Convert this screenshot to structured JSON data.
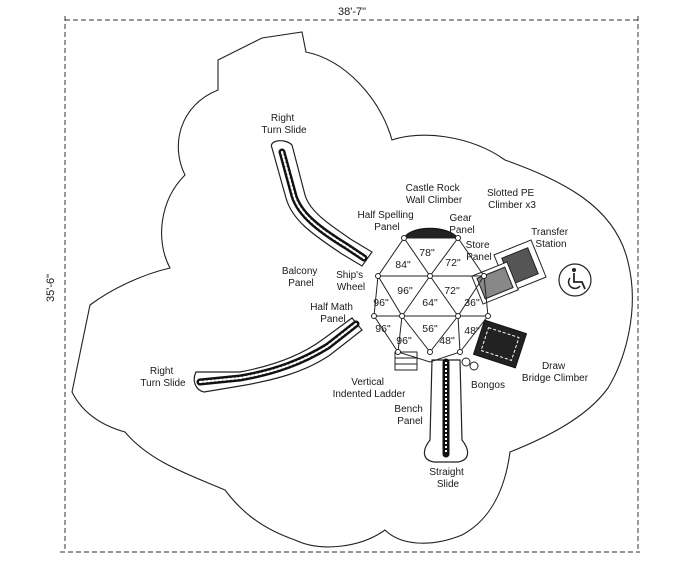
{
  "dimensions": {
    "width": "38'-7\"",
    "depth": "35'-6\""
  },
  "labels": {
    "right_turn_slide_top": [
      "Right",
      "Turn Slide"
    ],
    "right_turn_slide_left": [
      "Right",
      "Turn Slide"
    ],
    "castle_rock": [
      "Castle Rock",
      "Wall Climber"
    ],
    "slotted_pe": [
      "Slotted PE",
      "Climber x3"
    ],
    "half_spelling": [
      "Half Spelling",
      "Panel"
    ],
    "gear_panel": [
      "Gear",
      "Panel"
    ],
    "transfer_station": [
      "Transfer",
      "Station"
    ],
    "store_panel": [
      "Store",
      "Panel"
    ],
    "balcony_panel": [
      "Balcony",
      "Panel"
    ],
    "ships_wheel": [
      "Ship's",
      "Wheel"
    ],
    "half_math": [
      "Half Math",
      "Panel"
    ],
    "vertical_ladder": [
      "Vertical",
      "Indented Ladder"
    ],
    "bongos": "Bongos",
    "draw_bridge": [
      "Draw",
      "Bridge Climber"
    ],
    "bench_panel": [
      "Bench",
      "Panel"
    ],
    "straight_slide": [
      "Straight",
      "Slide"
    ]
  },
  "deck_heights": {
    "d1": "78\"",
    "d2": "84\"",
    "d3": "72\"",
    "d4": "96\"",
    "d5": "96\"",
    "d6": "64\"",
    "d7": "72\"",
    "d8": "36\"",
    "d9": "96\"",
    "d10": "96\"",
    "d11": "56\"",
    "d12": "48\"",
    "d13": "48\""
  },
  "icons": [
    "wheelchair-accessible-icon"
  ]
}
